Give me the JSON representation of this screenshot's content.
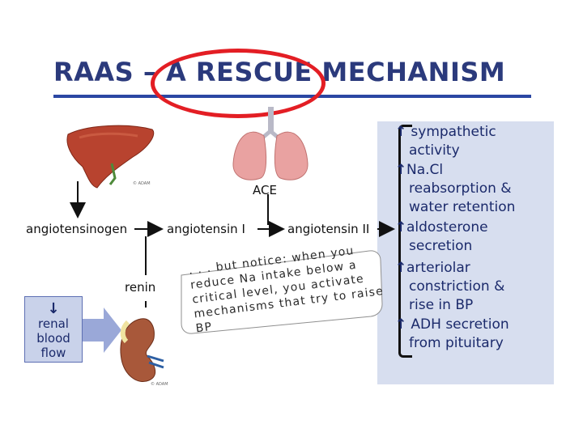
{
  "slide": {
    "title": "RAAS – A RESCUE MECHANISM"
  },
  "pathway": {
    "angiotensinogen": "angiotensinogen",
    "angiotensin_i": "angiotensin I",
    "angiotensin_ii": "angiotensin II",
    "ace": "ACE",
    "renin": "renin"
  },
  "renal": {
    "arrow_icon": "down-arrow-icon",
    "lines": [
      "renal",
      "blood",
      "flow"
    ]
  },
  "callout": {
    "lines": [
      ". . . but notice: when you",
      "reduce Na intake below a",
      "critical level, you activate",
      "mechanisms that try to raise BP"
    ]
  },
  "effects": [
    {
      "icon": "up-arrow-icon",
      "lines": [
        "sympathetic",
        "activity"
      ]
    },
    {
      "icon": "up-arrow-icon",
      "lines": [
        "Na.Cl",
        "reabsorption &",
        "water retention"
      ]
    },
    {
      "icon": "up-arrow-icon",
      "lines": [
        "aldosterone",
        "secretion"
      ]
    },
    {
      "icon": "up-arrow-icon",
      "lines": [
        "arteriolar",
        "constriction &",
        "rise in BP"
      ]
    },
    {
      "icon": "up-arrow-icon",
      "lines": [
        "ADH secretion",
        "from pituitary"
      ]
    }
  ],
  "image_credits": {
    "liver": "© ADAM",
    "kidney": "© ADAM"
  },
  "colors": {
    "title": "#2b3a7c",
    "oval": "#e31e24",
    "panel": "#d7deef",
    "effects_text": "#1b2a6b",
    "liver": "#b8432f",
    "lungs": "#e9a2a1",
    "kidney": "#a8583a"
  }
}
